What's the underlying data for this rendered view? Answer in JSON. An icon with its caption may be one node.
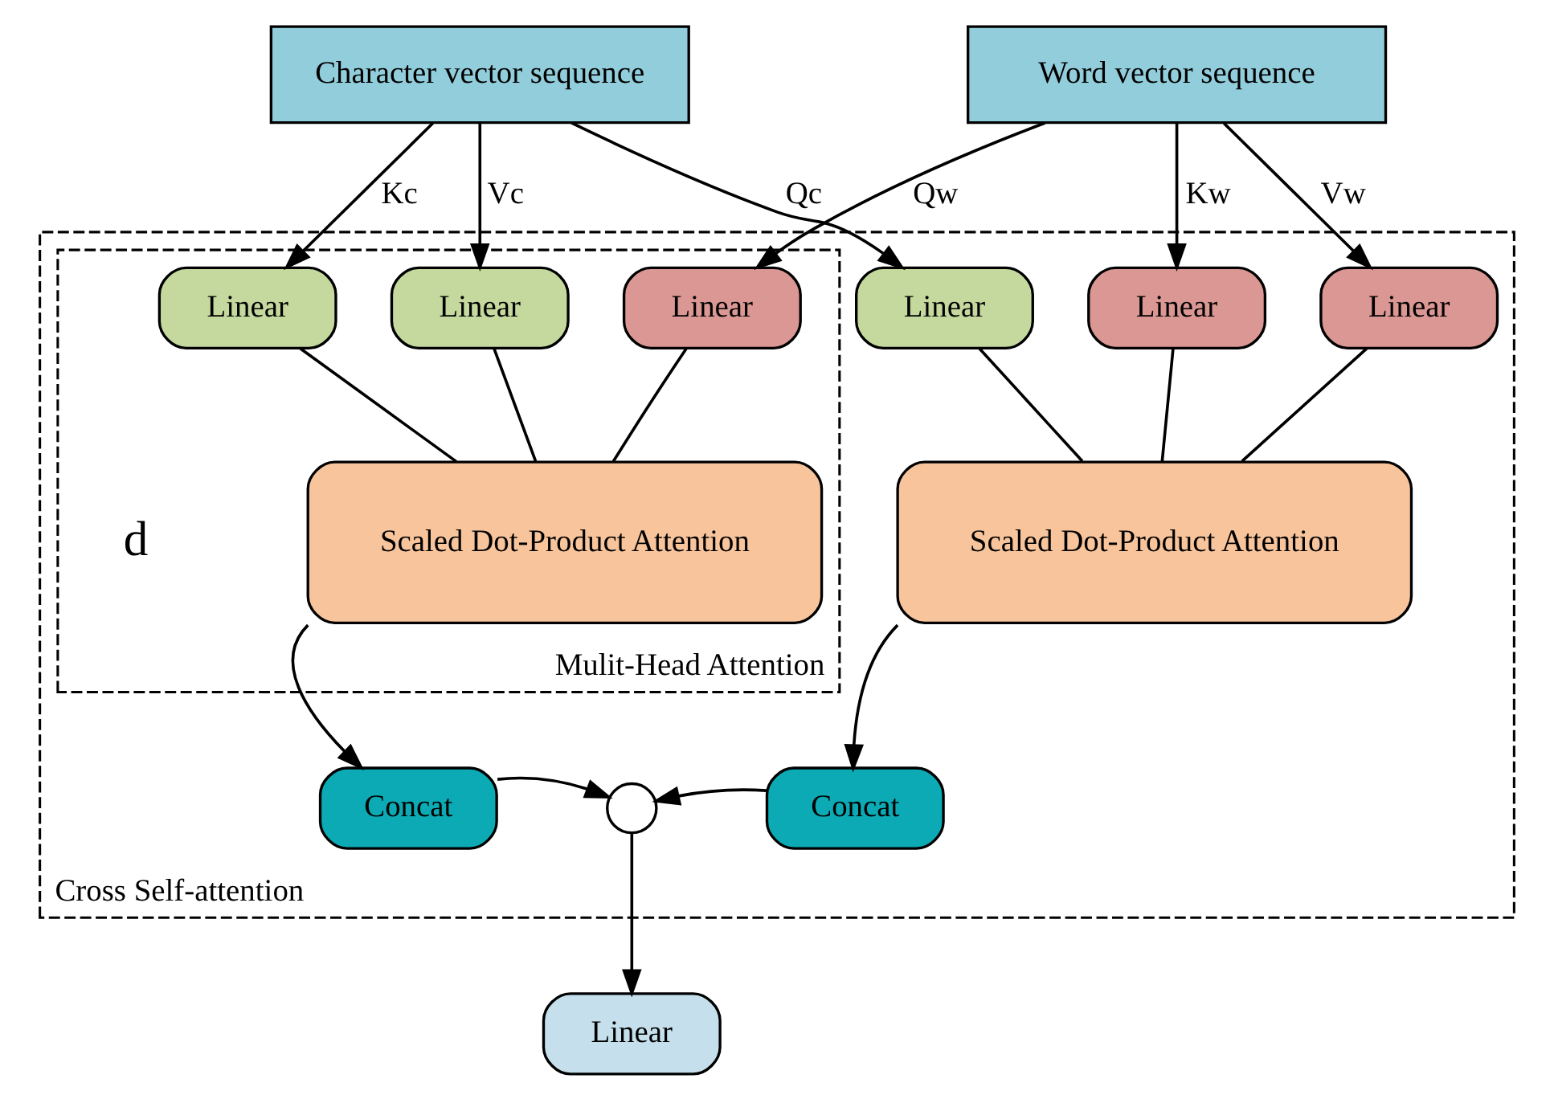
{
  "diagram": {
    "nodes": [
      {
        "text": [
          "Character vector sequence"
        ]
      },
      {
        "text": [
          "Word vector sequence"
        ]
      },
      {
        "text": [
          "Cross Self-attention"
        ]
      },
      {
        "text": [
          "Mulit-Head Attention"
        ],
        "in": 2
      },
      {
        "text": [
          "Linear"
        ],
        "in": 3
      },
      {
        "text": [
          "Linear"
        ],
        "in": 3
      },
      {
        "text": [
          "Linear"
        ],
        "in": 3
      },
      {
        "text": [
          "Scaled Dot-Product Attention"
        ],
        "in": 3
      },
      {
        "text": [
          "Linear"
        ],
        "in": 2
      },
      {
        "text": [
          "Linear"
        ],
        "in": 2
      },
      {
        "text": [
          "Linear"
        ],
        "in": 2
      },
      {
        "text": [
          "Scaled Dot-Product Attention"
        ],
        "in": 2
      },
      {
        "text": [
          "Concat"
        ],
        "in": 2
      },
      {
        "text": [
          "Concat"
        ],
        "in": 2
      },
      {
        "text": [],
        "shape": "circle",
        "in": 2
      },
      {
        "text": [
          "Linear"
        ]
      }
    ],
    "edges": [
      {
        "from": 1,
        "to": 4,
        "arrow": "to",
        "label": "Qw"
      },
      {
        "from": 0,
        "to": 5,
        "arrow": "to",
        "label": "Kc"
      },
      {
        "from": 0,
        "to": 6,
        "arrow": "to",
        "label": "Vc"
      },
      {
        "from": 0,
        "to": 8,
        "arrow": "to",
        "label": "Qc"
      },
      {
        "from": 1,
        "to": 9,
        "arrow": "to",
        "label": "Kw"
      },
      {
        "from": 1,
        "to": 10,
        "arrow": "to",
        "label": "Vw"
      },
      {
        "from": 4,
        "to": 7,
        "arrow": "none"
      },
      {
        "from": 5,
        "to": 7,
        "arrow": "none"
      },
      {
        "from": 6,
        "to": 7,
        "arrow": "none"
      },
      {
        "from": 8,
        "to": 11,
        "arrow": "none"
      },
      {
        "from": 9,
        "to": 11,
        "arrow": "none"
      },
      {
        "from": 10,
        "to": 11,
        "arrow": "none"
      },
      {
        "from": 7,
        "to": 12,
        "arrow": "to"
      },
      {
        "from": 11,
        "to": 13,
        "arrow": "to"
      },
      {
        "from": 12,
        "to": 14,
        "arrow": "to"
      },
      {
        "from": 13,
        "to": 14,
        "arrow": "to"
      },
      {
        "from": 14,
        "to": 15,
        "arrow": "to"
      }
    ],
    "labels": [
      "d"
    ]
  }
}
